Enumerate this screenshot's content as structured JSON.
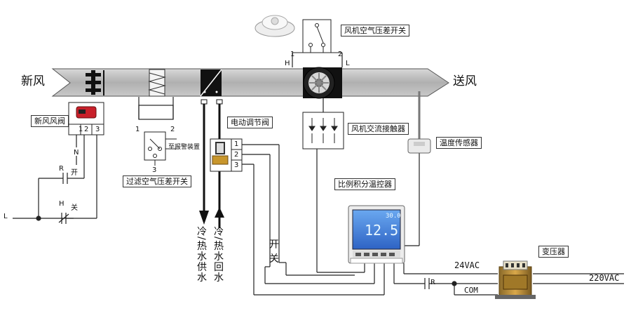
{
  "labels": {
    "fresh_air": "新风",
    "supply_air": "送风",
    "fresh_air_damper": "新风风阀",
    "filter_switch": "过滤空气压差开关",
    "alarm_device": "至报警装置",
    "fan_pressure_switch": "风机空气压差开关",
    "electric_valve": "电动调节阀",
    "fan_contactor": "风机交流接触器",
    "temp_sensor": "温度传感器",
    "pid_controller": "比例积分温控器",
    "transformer": "变压器",
    "supply_water": "冷/热水供水",
    "return_water": "冷/热水回水",
    "open": "开",
    "close": "关",
    "open_close": "开 关",
    "v24": "24VAC",
    "v220": "220VAC",
    "com": "COM",
    "L": "L",
    "N": "N",
    "R": "R",
    "H": "H",
    "fan_H": "H",
    "fan_L": "L",
    "fan_t1": "1",
    "fan_t2": "2",
    "damper_terms": [
      "1",
      "2",
      "3"
    ],
    "filter_t1": "1",
    "filter_t2": "2",
    "filter_t3": "3",
    "valve_terms": [
      "1",
      "2",
      "3"
    ],
    "relay_R": "R",
    "lcd_value": "12.5",
    "lcd_small": "30.0"
  },
  "colors": {
    "duct": "#b8b8b8",
    "controller": "#3a7bd5",
    "wire": "#222222"
  }
}
